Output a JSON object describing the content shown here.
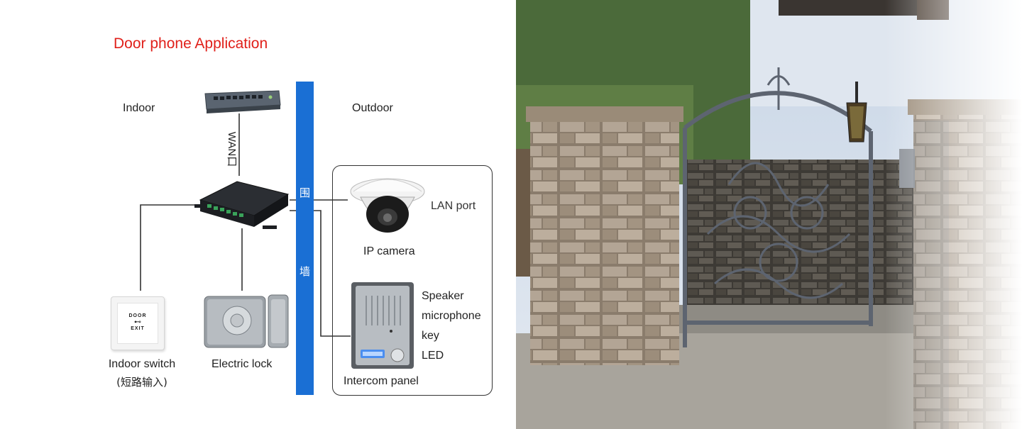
{
  "diagram": {
    "title": "Door phone Application",
    "zones": {
      "indoor": "Indoor",
      "outdoor": "Outdoor"
    },
    "wall_chars": [
      "围",
      "墙"
    ],
    "wan_label": "WAN口",
    "lan_label": "LAN port",
    "devices": {
      "ip_camera": "IP camera",
      "intercom_panel": "Intercom panel",
      "indoor_switch_line1": "Indoor switch",
      "indoor_switch_line2": "(短路输入)",
      "electric_lock": "Electric lock"
    },
    "intercom_features": [
      "Speaker",
      "microphone",
      "key",
      "LED"
    ],
    "exit_button_text": {
      "top": "DOOR",
      "bottom": "EXIT"
    }
  },
  "colors": {
    "title": "#e0201a",
    "wall": "#1a6fd4"
  }
}
